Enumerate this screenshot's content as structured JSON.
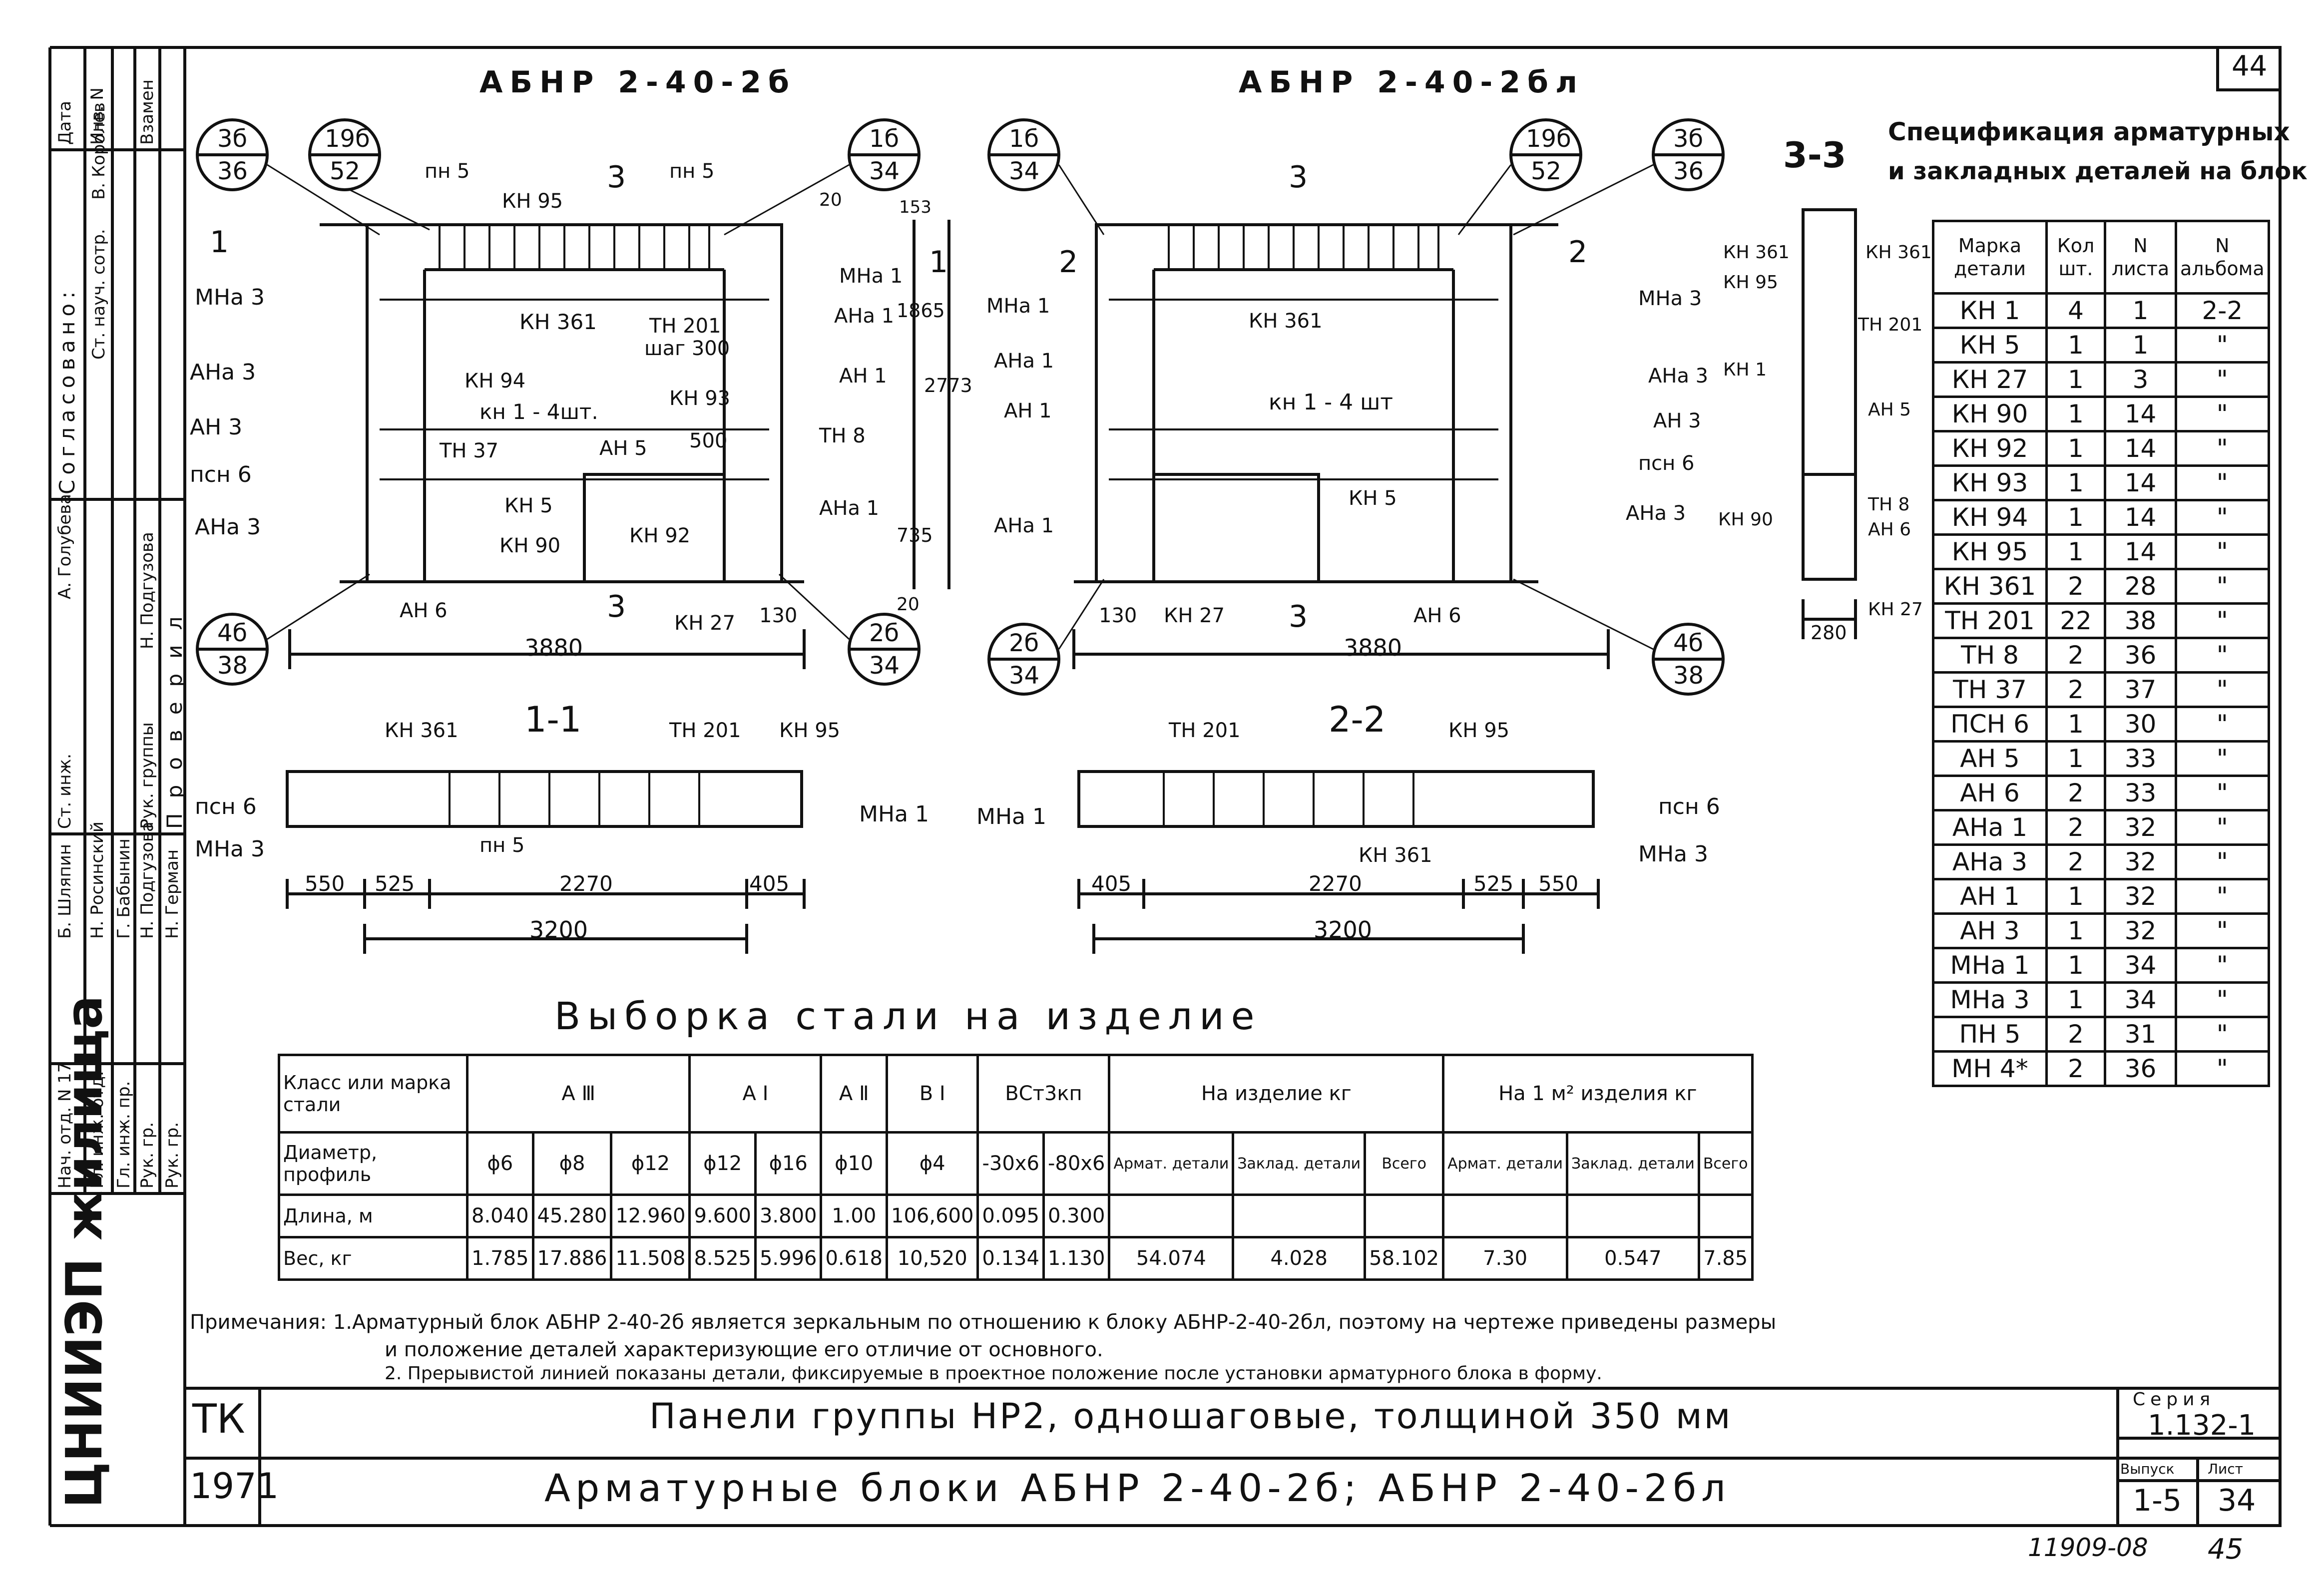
{
  "sheet_number": "44",
  "page_footer": {
    "doc_code": "11909-08",
    "page": "45"
  },
  "views": {
    "left_title": "АБНР 2-40-2б",
    "right_title": "АБНР 2-40-2бл",
    "section_1": "1-1",
    "section_2": "2-2",
    "section_3": "3-3"
  },
  "left_elevation": {
    "callouts": [
      {
        "top": "3б",
        "bottom": "36"
      },
      {
        "top": "19б",
        "bottom": "52"
      },
      {
        "top": "1б",
        "bottom": "34"
      },
      {
        "top": "4б",
        "bottom": "38"
      },
      {
        "top": "2б",
        "bottom": "34"
      }
    ],
    "labels": [
      "пн 5",
      "КН 95",
      "пн 5",
      "МНа 3",
      "КН 361",
      "ТН 201",
      "шаг 300",
      "МНа 1",
      "АНа 1",
      "АНа 3",
      "КН 94",
      "АН 1",
      "АН 3",
      "кн 1 - 4шт.",
      "КН 93",
      "ТН 37",
      "АН 5",
      "500",
      "ТН 8",
      "псн 6",
      "КН 5",
      "АНа 3",
      "КН 90",
      "КН 92",
      "АНа 1",
      "АН 6",
      "КН 27",
      "130"
    ],
    "section_marks": [
      "1",
      "1",
      "3",
      "3"
    ],
    "dims": {
      "width": "3880",
      "d20_top": "20",
      "d153": "153",
      "d1865": "1865",
      "d2773": "2773",
      "d735": "735",
      "d20_bot": "20"
    }
  },
  "right_elevation": {
    "callouts": [
      {
        "top": "1б",
        "bottom": "34"
      },
      {
        "top": "19б",
        "bottom": "52"
      },
      {
        "top": "3б",
        "bottom": "36"
      },
      {
        "top": "2б",
        "bottom": "34"
      },
      {
        "top": "4б",
        "bottom": "38"
      }
    ],
    "labels": [
      "МНа 1",
      "АНа 1",
      "АН 1",
      "КН 361",
      "кн 1 - 4 шт",
      "МНа 3",
      "АНа 3",
      "АН 3",
      "псн 6",
      "КН 5",
      "АНа 1",
      "АНа 3",
      "130",
      "КН 27",
      "АН 6"
    ],
    "section_marks": [
      "2",
      "2",
      "3",
      "3"
    ],
    "dims": {
      "width": "3880"
    }
  },
  "section_3_3": {
    "labels": [
      "КН 361",
      "КН 95",
      "КН 361",
      "ТН 201",
      "КН 1",
      "АН 5",
      "ТН 8",
      "КН 90",
      "АН 6",
      "КН 27"
    ],
    "dim": "280"
  },
  "section_1_1": {
    "labels": [
      "КН 361",
      "ТН 201",
      "КН 95",
      "псн 6",
      "МНа 3",
      "пн 5",
      "МНа 1"
    ],
    "dims": [
      "550",
      "525",
      "2270",
      "405",
      "3200"
    ]
  },
  "section_2_2": {
    "labels": [
      "ТН 201",
      "КН 95",
      "МНа 1",
      "КН 361",
      "псн 6",
      "МНа 3"
    ],
    "dims": [
      "405",
      "2270",
      "525",
      "550",
      "3200"
    ]
  },
  "spec": {
    "title_line1": "Спецификация арматурных",
    "title_line2": "и закладных деталей на блок",
    "headers": [
      "Марка детали",
      "Кол шт.",
      "N листа",
      "N альбома"
    ],
    "rows": [
      [
        "КН 1",
        "4",
        "1",
        "2-2"
      ],
      [
        "КН 5",
        "1",
        "1",
        "\""
      ],
      [
        "КН 27",
        "1",
        "3",
        "\""
      ],
      [
        "КН 90",
        "1",
        "14",
        "\""
      ],
      [
        "КН 92",
        "1",
        "14",
        "\""
      ],
      [
        "КН 93",
        "1",
        "14",
        "\""
      ],
      [
        "КН 94",
        "1",
        "14",
        "\""
      ],
      [
        "КН 95",
        "1",
        "14",
        "\""
      ],
      [
        "КН 361",
        "2",
        "28",
        "\""
      ],
      [
        "ТН 201",
        "22",
        "38",
        "\""
      ],
      [
        "ТН 8",
        "2",
        "36",
        "\""
      ],
      [
        "ТН 37",
        "2",
        "37",
        "\""
      ],
      [
        "ПСН 6",
        "1",
        "30",
        "\""
      ],
      [
        "АН 5",
        "1",
        "33",
        "\""
      ],
      [
        "АН 6",
        "2",
        "33",
        "\""
      ],
      [
        "АНа 1",
        "2",
        "32",
        "\""
      ],
      [
        "АНа 3",
        "2",
        "32",
        "\""
      ],
      [
        "АН 1",
        "1",
        "32",
        "\""
      ],
      [
        "АН 3",
        "1",
        "32",
        "\""
      ],
      [
        "МНа 1",
        "1",
        "34",
        "\""
      ],
      [
        "МНа 3",
        "1",
        "34",
        "\""
      ],
      [
        "ПН 5",
        "2",
        "31",
        "\""
      ],
      [
        "МН 4*",
        "2",
        "36",
        "\""
      ]
    ]
  },
  "steel": {
    "title": "Выборка стали на изделие",
    "h_class": "Класс или марка стали",
    "h_a3": "А Ⅲ",
    "h_a1": "А Ⅰ",
    "h_a2": "А Ⅱ",
    "h_b1": "В Ⅰ",
    "h_vst": "ВСт3кп",
    "h_per_item": "На изделие кг",
    "h_per_m2": "На 1 м² изделия кг",
    "h_diam": "Диаметр, профиль",
    "diams": [
      "ϕ6",
      "ϕ8",
      "ϕ12",
      "ϕ12",
      "ϕ16",
      "ϕ10",
      "ϕ4",
      "-30x6",
      "-80x6"
    ],
    "sub": [
      "Армат. детали",
      "Заклад. детали",
      "Всего",
      "Армат. детали",
      "Заклад. детали",
      "Всего"
    ],
    "row_len_label": "Длина, м",
    "row_len": [
      "8.040",
      "45.280",
      "12.960",
      "9.600",
      "3.800",
      "1.00",
      "106,600",
      "0.095",
      "0.300"
    ],
    "row_w_label": "Вес, кг",
    "row_w": [
      "1.785",
      "17.886",
      "11.508",
      "8.525",
      "5.996",
      "0.618",
      "10,520",
      "0.134",
      "1.130",
      "54.074",
      "4.028",
      "58.102",
      "7.30",
      "0.547",
      "7.85"
    ]
  },
  "notes": {
    "line1": "Примечания: 1.Арматурный блок АБНР 2-40-2б является зеркальным по отношению к блоку АБНР-2-40-2бл, поэтому на чертеже приведены размеры",
    "line2": "и положение деталей характеризующие его отличие от основного.",
    "line3": "2. Прерывистой линией показаны детали, фиксируемые в проектное положение после установки арматурного блока в форму."
  },
  "title_block": {
    "org": "ЦНИИЭП жилища",
    "tk": "ТК",
    "year": "1971",
    "title1": "Панели группы НР2, одношаговые, толщиной 350 мм",
    "title2": "Арматурные блоки АБНР 2-40-2б; АБНР 2-40-2бл",
    "series_label": "Серия",
    "series": "1.132-1",
    "issue_label": "Выпуск",
    "sheet_label": "Лист",
    "issue": "1-5",
    "sheet": "34"
  },
  "side_stamp": {
    "agreed": "Согласовано:",
    "nach_sotr": "Ст. науч. сотр.",
    "korolev": "В. Королев",
    "date": "Дата",
    "inv": "Инв. N",
    "vzamen": "Взамен",
    "checked": "Проверил",
    "rows": [
      {
        "role": "Нач. отд. N 17",
        "name": "Б. Шляпин"
      },
      {
        "role": "Гл. инж. отд.",
        "name": "Н. Росинский"
      },
      {
        "role": "Гл. инж. пр.",
        "name": "Г. Бабынин"
      },
      {
        "role": "Рук. гр.",
        "name": "Н. Подгузова"
      },
      {
        "role": "Рук. гр.",
        "name": "Н. Герман"
      }
    ],
    "check_rows": [
      {
        "role": "Ст. инж.",
        "name": "А. Голубева"
      },
      {
        "role": "Рук. группы",
        "name": "Н. Подгузова"
      }
    ]
  }
}
